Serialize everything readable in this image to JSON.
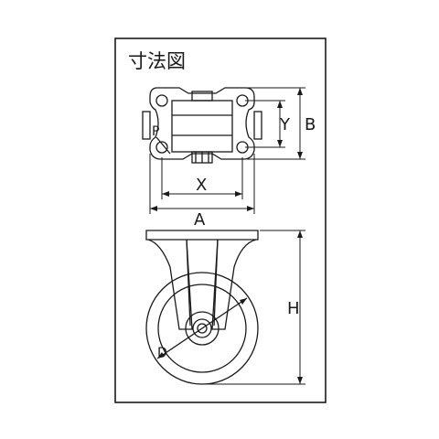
{
  "title": "寸法図",
  "labels": {
    "x": "X",
    "a": "A",
    "y": "Y",
    "b": "B",
    "p": "P",
    "h": "H",
    "d": "D"
  },
  "colors": {
    "line": "#1a1a1a",
    "background": "#ffffff"
  }
}
